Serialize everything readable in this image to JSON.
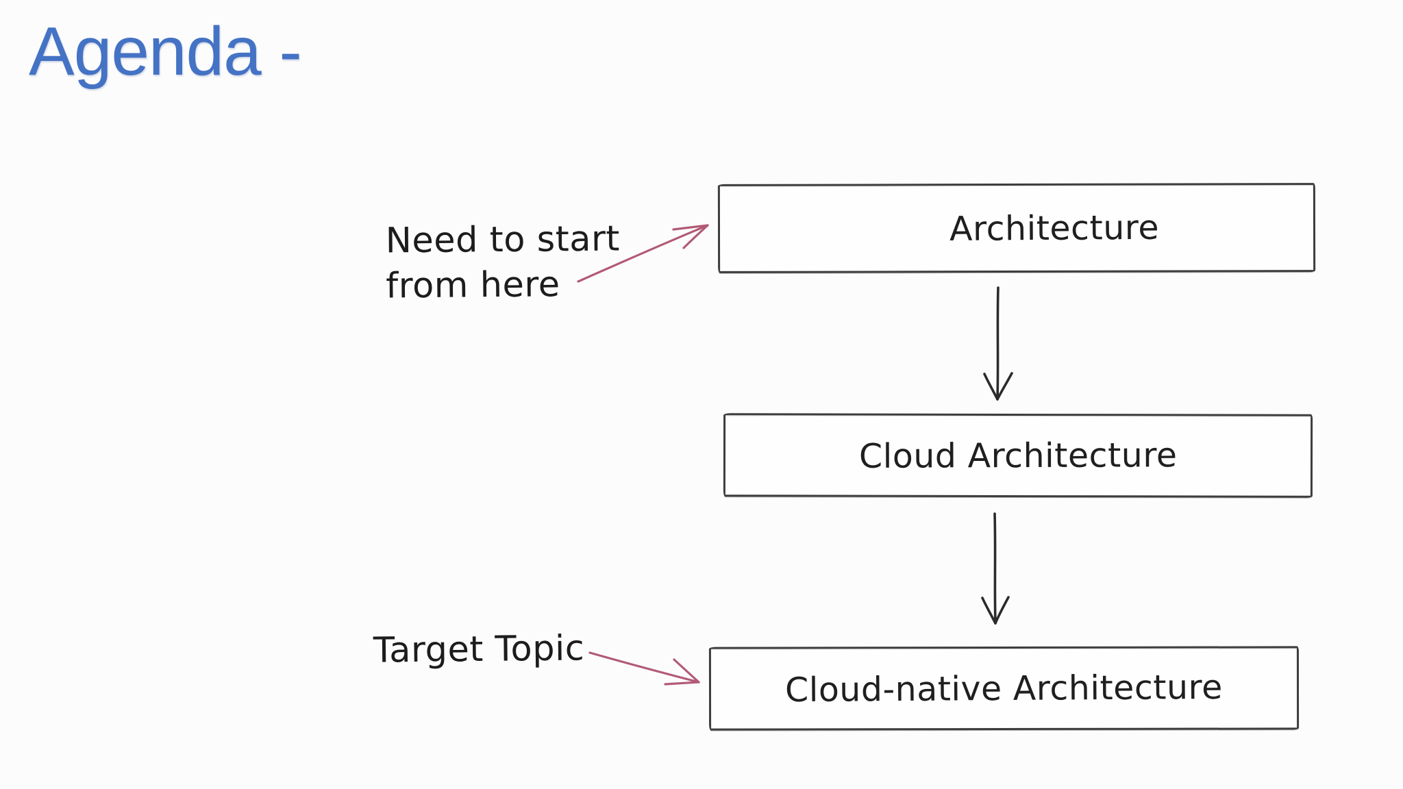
{
  "slide": {
    "title": "Agenda -"
  },
  "diagram": {
    "nodes": [
      {
        "label": "Architecture"
      },
      {
        "label": "Cloud Architecture"
      },
      {
        "label": "Cloud-native Architecture"
      }
    ],
    "connectors": [
      {
        "from": "Architecture",
        "to": "Cloud Architecture",
        "direction": "down"
      },
      {
        "from": "Cloud Architecture",
        "to": "Cloud-native Architecture",
        "direction": "down"
      }
    ],
    "annotations": [
      {
        "line1": "Need to start",
        "line2": "from here",
        "points_to": "Architecture"
      },
      {
        "line1": "Target Topic",
        "points_to": "Cloud-native Architecture"
      }
    ],
    "colors": {
      "title_blue": "#4472c4",
      "ink_black": "#2b2b2b",
      "box_border": "#3d3d3d",
      "annotation_arrow_pink": "#b25a75",
      "background": "#fcfcfc"
    }
  }
}
